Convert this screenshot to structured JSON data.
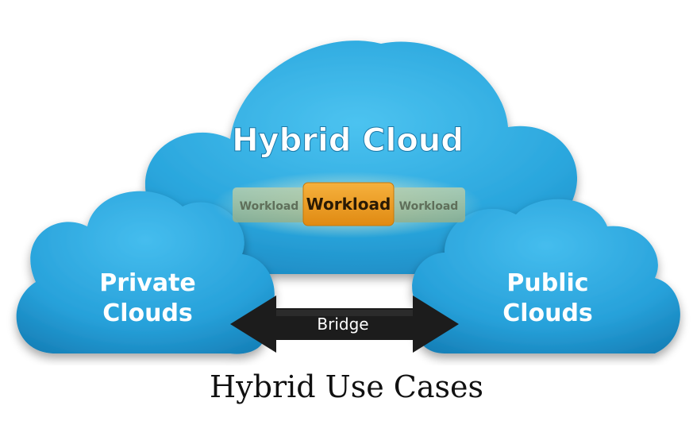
{
  "diagram": {
    "hybrid_cloud_label": "Hybrid Cloud",
    "workload_left": "Workload",
    "workload_center": "Workload",
    "workload_right": "Workload",
    "private_line1": "Private",
    "private_line2": "Clouds",
    "public_line1": "Public",
    "public_line2": "Clouds",
    "bridge_label": "Bridge",
    "caption": "Hybrid Use Cases"
  },
  "colors": {
    "cloud_fill": "#2aa6dd",
    "cloud_shade": "#1a86bf",
    "workload_active": "#ef9a1c",
    "workload_inactive": "#9fbf9a",
    "bridge_fill": "#1c1c1c",
    "label_text": "#ffffff"
  }
}
